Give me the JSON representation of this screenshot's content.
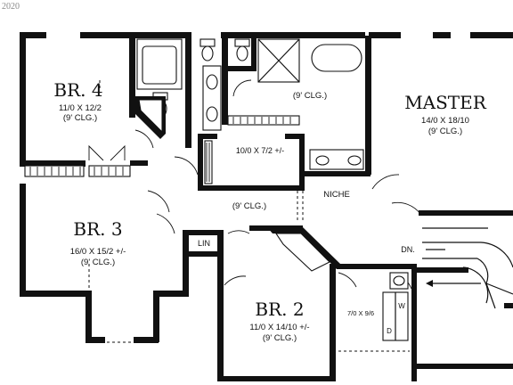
{
  "copyright": "2020",
  "rooms": {
    "br4": {
      "name": "BR. 4",
      "size": "11/0  X  12/2",
      "ceiling": "(9'  CLG.)"
    },
    "br3": {
      "name": "BR. 3",
      "size": "16/0  X  15/2 +/-",
      "ceiling": "(9'  CLG.)"
    },
    "br2": {
      "name": "BR. 2",
      "size": "11/0  X  14/10 +/-",
      "ceiling": "(9'  CLG.)"
    },
    "master": {
      "name": "MASTER",
      "size": "14/0  X  18/10",
      "ceiling": "(9'  CLG.)"
    },
    "master_bath": {
      "ceiling": "(9'  CLG.)"
    },
    "closet": {
      "size": "10/0  X  7/2 +/-"
    },
    "hall": {
      "ceiling": "(9'  CLG.)"
    },
    "laundry": {
      "size": "7/0  X  9/6"
    }
  },
  "labels": {
    "niche": "NICHE",
    "linen": "LIN",
    "down": "DN.",
    "washer": "W",
    "dryer": "D"
  }
}
